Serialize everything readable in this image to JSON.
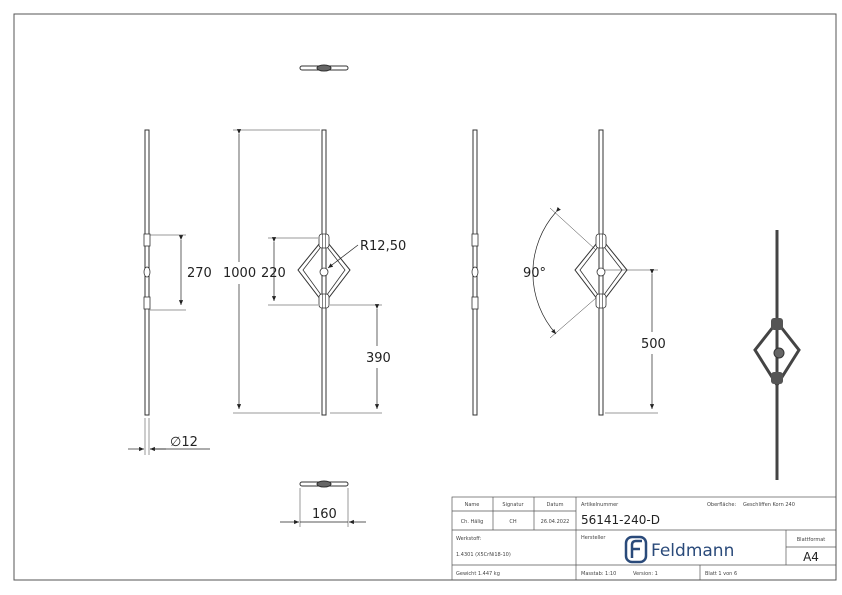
{
  "dimensions": {
    "diameter": "∅12",
    "length_total": "1000",
    "diamond_height": "220",
    "radius": "R12,50",
    "bottom_height": "390",
    "side_height": "270",
    "width": "160",
    "angle": "90°",
    "center_height": "500"
  },
  "title_block": {
    "name_label": "Name",
    "signature_label": "Signatur",
    "date_label": "Datum",
    "name": "Ch. Hälig",
    "signature": "CH",
    "date": "26.04.2022",
    "article_label": "Artikelnummer",
    "article_number": "56141-240-D",
    "surface_label": "Oberfläche:",
    "surface": "Geschliffen Korn 240",
    "material_label": "Werkstoff:",
    "material": "1.4301 (X5CrNi18-10)",
    "manufacturer_label": "Hersteller",
    "logo_text": "Feldmann",
    "format_label": "Blattformat",
    "format": "A4",
    "weight": "Gewicht 1.447 kg",
    "scale": "Masstab: 1:10",
    "version": "Version: 1",
    "sheet": "Blatt 1 von 6"
  },
  "colors": {
    "line": "#333333",
    "logo": "#2a4a7a"
  }
}
